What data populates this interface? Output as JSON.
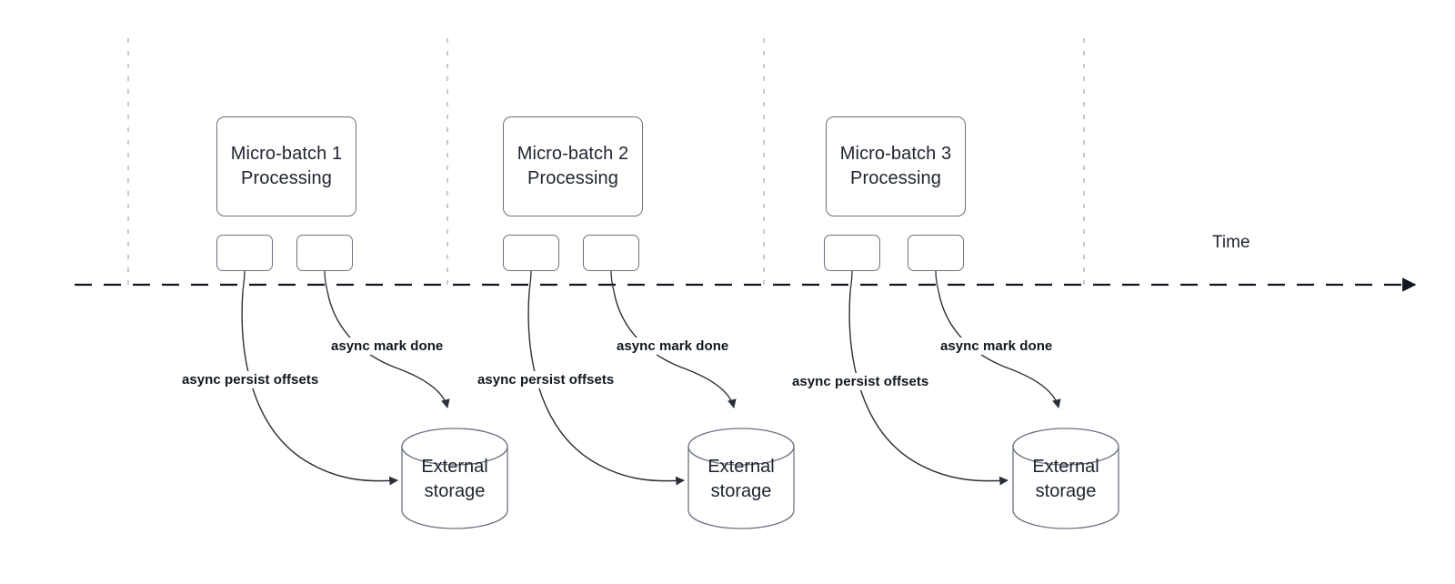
{
  "diagram": {
    "title": "Micro-batch processing timeline with async offset persistence",
    "colors": {
      "background": "#ffffff",
      "box_stroke": "#6b7280",
      "text": "#1f2430",
      "edge_stroke": "#2b3038",
      "timeline_stroke": "#11161f",
      "separator_stroke": "#b9bcc4"
    },
    "timeline": {
      "axis_label": "Time",
      "style": "dashed-arrow"
    },
    "batches": [
      {
        "id": "batch-1",
        "process_label": "Micro-batch 1\nProcessing",
        "persist_label": "async persist offsets",
        "mark_done_label": "async mark done",
        "storage_label": "External\nstorage"
      },
      {
        "id": "batch-2",
        "process_label": "Micro-batch 2\nProcessing",
        "persist_label": "async persist offsets",
        "mark_done_label": "async mark done",
        "storage_label": "External\nstorage"
      },
      {
        "id": "batch-3",
        "process_label": "Micro-batch 3\nProcessing",
        "persist_label": "async persist offsets",
        "mark_done_label": "async mark done",
        "storage_label": "External\nstorage"
      }
    ]
  }
}
